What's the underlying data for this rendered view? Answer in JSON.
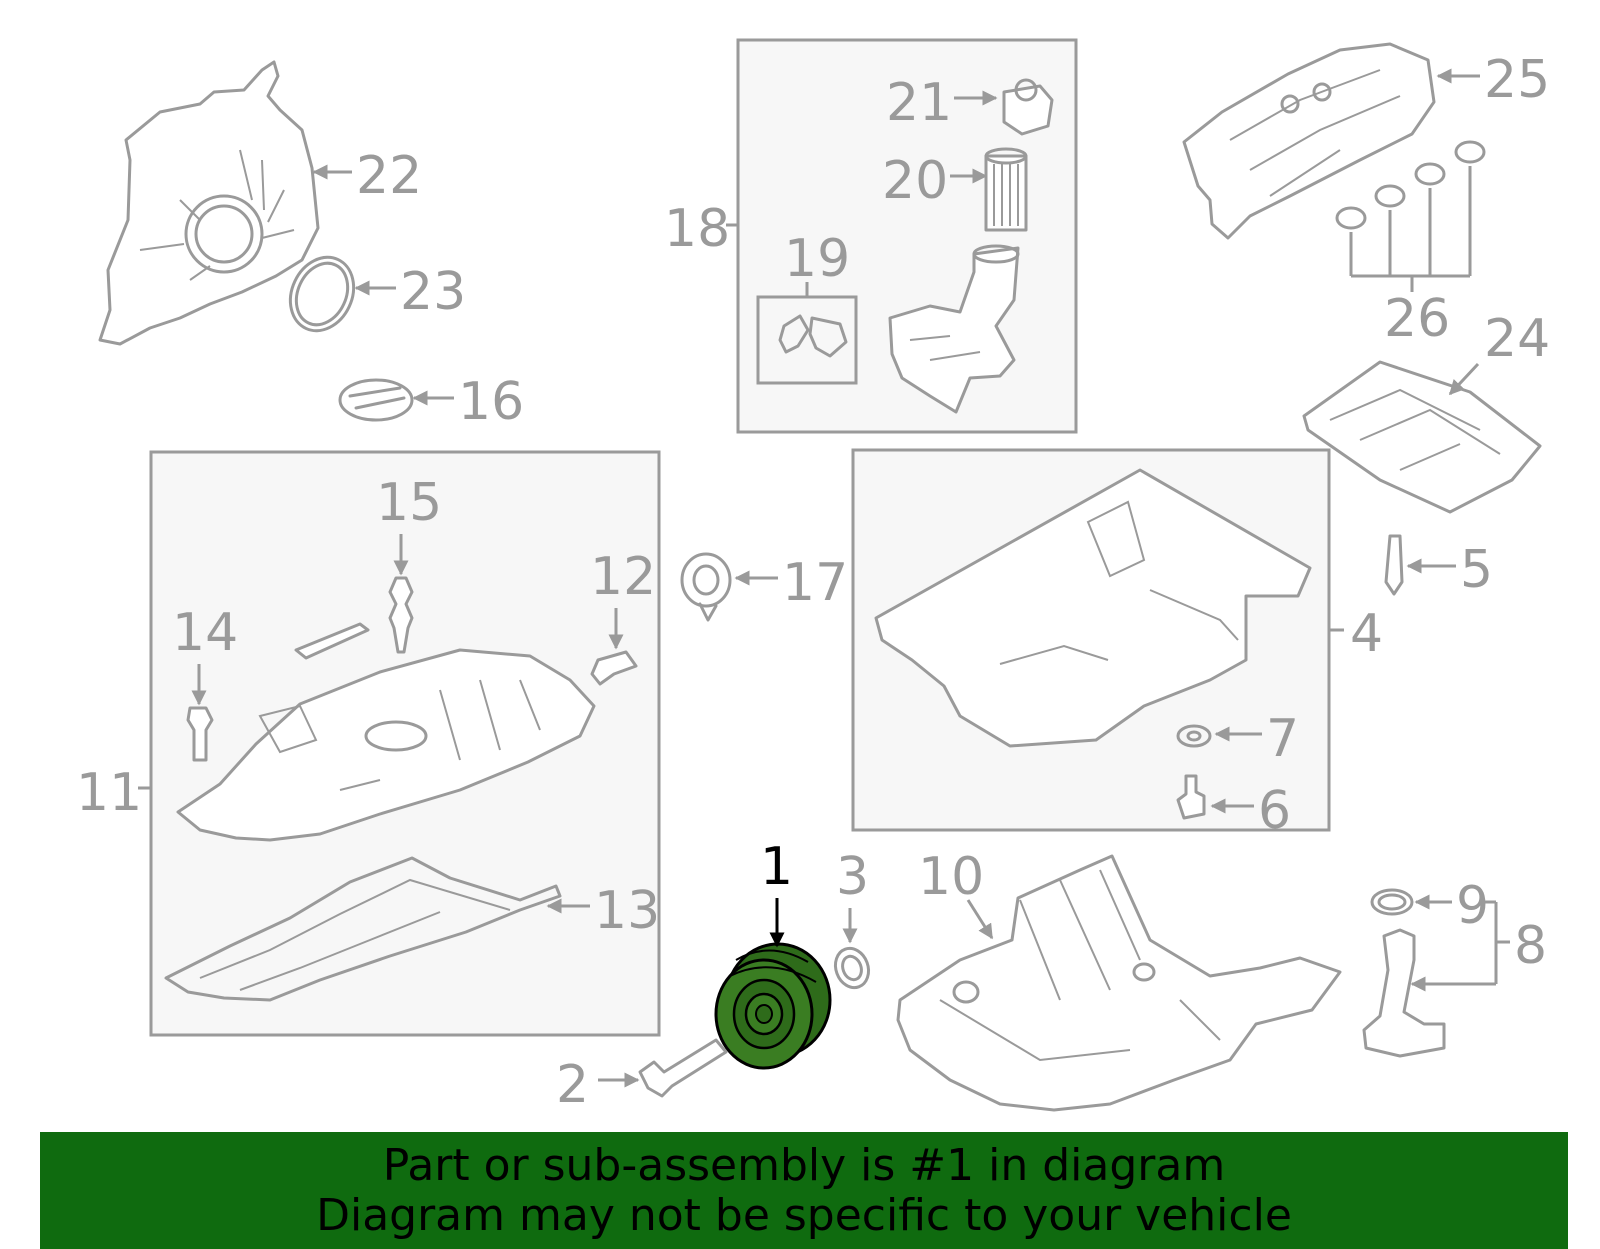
{
  "labels": {
    "p1": "1",
    "p2": "2",
    "p3": "3",
    "p4": "4",
    "p5": "5",
    "p6": "6",
    "p7": "7",
    "p8": "8",
    "p9": "9",
    "p10": "10",
    "p11": "11",
    "p12": "12",
    "p13": "13",
    "p14": "14",
    "p15": "15",
    "p16": "16",
    "p17": "17",
    "p18": "18",
    "p19": "19",
    "p20": "20",
    "p21": "21",
    "p22": "22",
    "p23": "23",
    "p24": "24",
    "p25": "25",
    "p26": "26"
  },
  "highlighted_part": "1",
  "colors": {
    "highlight": "#2e6b1a",
    "banner": "#0f6b0f",
    "line": "#9a9a9a",
    "box": "#f7f7f7"
  },
  "banner": {
    "line1": "Part or sub-assembly is #1 in diagram",
    "line2": "Diagram may not be specific to your vehicle"
  }
}
